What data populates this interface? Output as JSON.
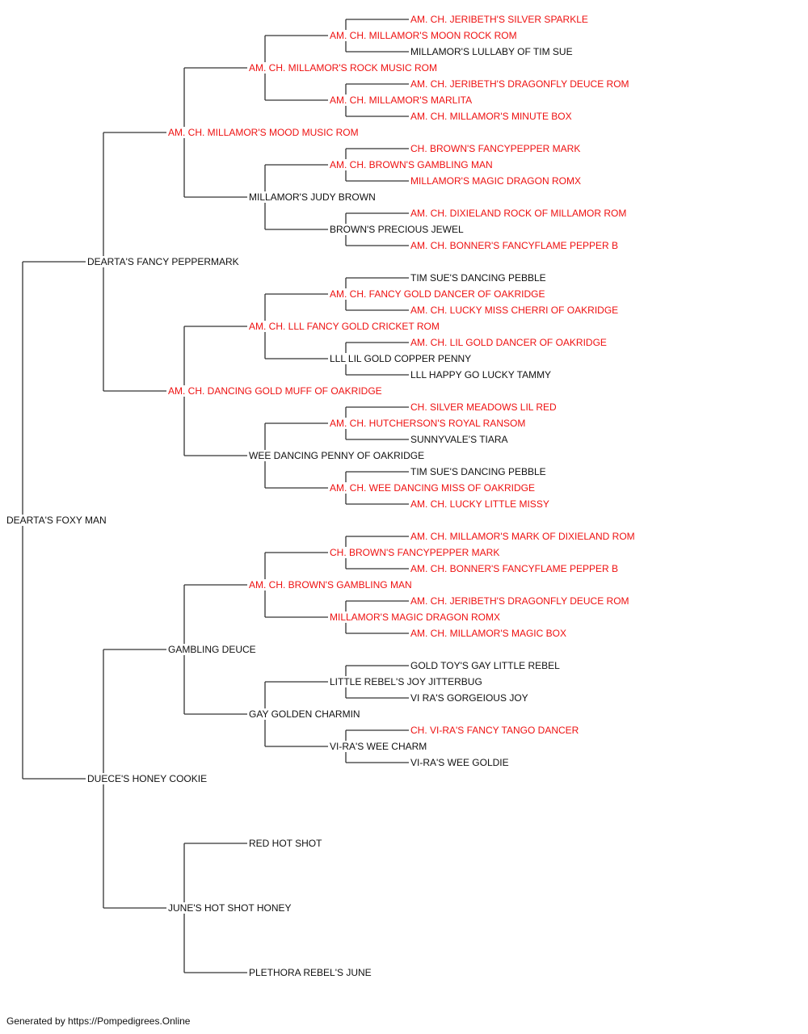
{
  "colors": {
    "titled": "#ee1111",
    "untitled": "#111111",
    "line": "#333333"
  },
  "pedigree": {
    "name": "DEARTA'S FOXY MAN",
    "titled": false,
    "sire": {
      "name": "DEARTA'S FANCY PEPPERMARK",
      "titled": false,
      "sire": {
        "name": "AM. CH. MILLAMOR'S MOOD MUSIC ROM",
        "titled": true,
        "sire": {
          "name": "AM. CH. MILLAMOR'S ROCK MUSIC ROM",
          "titled": true,
          "sire": {
            "name": "AM. CH. MILLAMOR'S MOON ROCK ROM",
            "titled": true,
            "sire": {
              "name": "AM. CH. JERIBETH'S SILVER SPARKLE",
              "titled": true
            },
            "dam": {
              "name": "MILLAMOR'S LULLABY OF TIM SUE",
              "titled": false
            }
          },
          "dam": {
            "name": "AM. CH. MILLAMOR'S MARLITA",
            "titled": true,
            "sire": {
              "name": "AM. CH. JERIBETH'S DRAGONFLY DEUCE ROM",
              "titled": true
            },
            "dam": {
              "name": "AM. CH. MILLAMOR'S MINUTE BOX",
              "titled": true
            }
          }
        },
        "dam": {
          "name": "MILLAMOR'S JUDY BROWN",
          "titled": false,
          "sire": {
            "name": "AM. CH. BROWN'S GAMBLING MAN",
            "titled": true,
            "sire": {
              "name": "CH. BROWN'S FANCYPEPPER MARK",
              "titled": true
            },
            "dam": {
              "name": "MILLAMOR'S MAGIC DRAGON ROMX",
              "titled": true
            }
          },
          "dam": {
            "name": "BROWN'S PRECIOUS JEWEL",
            "titled": false,
            "sire": {
              "name": "AM. CH. DIXIELAND ROCK OF MILLAMOR ROM",
              "titled": true
            },
            "dam": {
              "name": "AM. CH. BONNER'S FANCYFLAME PEPPER B",
              "titled": true
            }
          }
        }
      },
      "dam": {
        "name": "AM. CH. DANCING GOLD MUFF OF OAKRIDGE",
        "titled": true,
        "sire": {
          "name": "AM. CH. LLL FANCY GOLD CRICKET ROM",
          "titled": true,
          "sire": {
            "name": "AM. CH. FANCY GOLD DANCER OF OAKRIDGE",
            "titled": true,
            "sire": {
              "name": "TIM SUE'S DANCING PEBBLE",
              "titled": false
            },
            "dam": {
              "name": "AM. CH. LUCKY MISS CHERRI OF OAKRIDGE",
              "titled": true
            }
          },
          "dam": {
            "name": "LLL LIL GOLD COPPER PENNY",
            "titled": false,
            "sire": {
              "name": "AM. CH. LIL GOLD DANCER OF OAKRIDGE",
              "titled": true
            },
            "dam": {
              "name": "LLL HAPPY GO LUCKY TAMMY",
              "titled": false
            }
          }
        },
        "dam": {
          "name": "WEE DANCING PENNY OF OAKRIDGE",
          "titled": false,
          "sire": {
            "name": "AM. CH. HUTCHERSON'S ROYAL RANSOM",
            "titled": true,
            "sire": {
              "name": "CH. SILVER MEADOWS LIL RED",
              "titled": true
            },
            "dam": {
              "name": "SUNNYVALE'S TIARA",
              "titled": false
            }
          },
          "dam": {
            "name": "AM. CH. WEE DANCING MISS OF OAKRIDGE",
            "titled": true,
            "sire": {
              "name": "TIM SUE'S DANCING PEBBLE",
              "titled": false
            },
            "dam": {
              "name": "AM. CH. LUCKY LITTLE MISSY",
              "titled": true
            }
          }
        }
      }
    },
    "dam": {
      "name": "DUECE'S HONEY COOKIE",
      "titled": false,
      "sire": {
        "name": "GAMBLING DEUCE",
        "titled": false,
        "sire": {
          "name": "AM. CH. BROWN'S GAMBLING MAN",
          "titled": true,
          "sire": {
            "name": "CH. BROWN'S FANCYPEPPER MARK",
            "titled": true,
            "sire": {
              "name": "AM. CH. MILLAMOR'S MARK OF DIXIELAND ROM",
              "titled": true
            },
            "dam": {
              "name": "AM. CH. BONNER'S FANCYFLAME PEPPER B",
              "titled": true
            }
          },
          "dam": {
            "name": "MILLAMOR'S MAGIC DRAGON ROMX",
            "titled": true,
            "sire": {
              "name": "AM. CH. JERIBETH'S DRAGONFLY DEUCE ROM",
              "titled": true
            },
            "dam": {
              "name": "AM. CH. MILLAMOR'S MAGIC BOX",
              "titled": true
            }
          }
        },
        "dam": {
          "name": "GAY GOLDEN CHARMIN",
          "titled": false,
          "sire": {
            "name": "LITTLE REBEL'S JOY JITTERBUG",
            "titled": false,
            "sire": {
              "name": "GOLD TOY'S GAY LITTLE REBEL",
              "titled": false
            },
            "dam": {
              "name": "VI RA'S GORGEIOUS JOY",
              "titled": false
            }
          },
          "dam": {
            "name": "VI-RA'S WEE CHARM",
            "titled": false,
            "sire": {
              "name": "CH. VI-RA'S FANCY TANGO DANCER",
              "titled": true
            },
            "dam": {
              "name": "VI-RA'S WEE GOLDIE",
              "titled": false
            }
          }
        }
      },
      "dam": {
        "name": "JUNE'S HOT SHOT HONEY",
        "titled": false,
        "sire": {
          "name": "RED HOT SHOT",
          "titled": false
        },
        "dam": {
          "name": "PLETHORA REBEL'S JUNE",
          "titled": false
        }
      }
    }
  },
  "footer": {
    "text": "Generated by https://Pompedigrees.Online"
  }
}
